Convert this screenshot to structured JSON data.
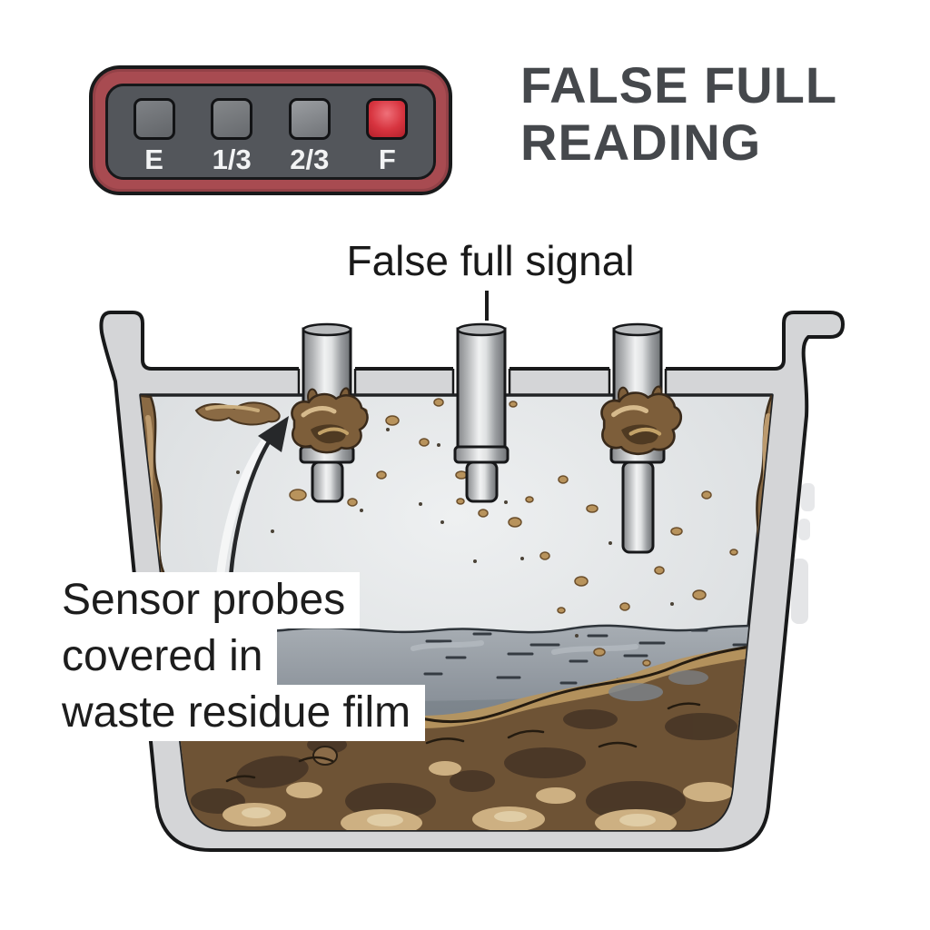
{
  "title": {
    "line1": "FALSE FULL",
    "line2": "READING"
  },
  "gauge": {
    "indicators": [
      {
        "label": "E",
        "state": "off"
      },
      {
        "label": "1/3",
        "state": "off"
      },
      {
        "label": "2/3",
        "state": "off"
      },
      {
        "label": "F",
        "state": "on"
      }
    ],
    "colors": {
      "bezel": "#a84b51",
      "panel": "#53565b",
      "active_light": "#d7343f",
      "inactive_light": "#6a6d71"
    }
  },
  "annotations": {
    "false_full_signal": "False full signal",
    "sensor_line1": "Sensor probes",
    "sensor_line2": "covered in",
    "sensor_line3": "waste residue film"
  },
  "palette": {
    "background": "#ffffff",
    "title_text": "#45484c",
    "annotation_text": "#1d1d1d",
    "tank_wall": "#d4d5d7",
    "tank_interior": "#dde0e2",
    "probe_metal": "#c9cbcd",
    "waste_residue": "#8a6a44",
    "grey_water": "#8d949c",
    "sludge": "#6e5335"
  }
}
